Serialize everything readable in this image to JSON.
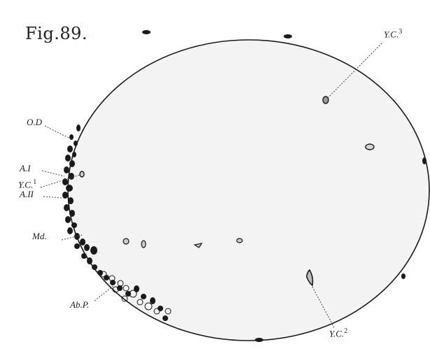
{
  "figure": {
    "title": "Fig.89."
  },
  "labels": {
    "od": "O.D",
    "a1": "A.I",
    "yc1": "Y.C.",
    "yc1_sup": "1",
    "a2": "A.II",
    "md": "Md.",
    "abp": "Ab.P.",
    "yc2": "Y.C.",
    "yc2_sup": "2",
    "yc3": "Y.C.",
    "yc3_sup": "3"
  },
  "colors": {
    "ink": "#1a1a1a",
    "disc_fill": "#f3f3f3"
  }
}
